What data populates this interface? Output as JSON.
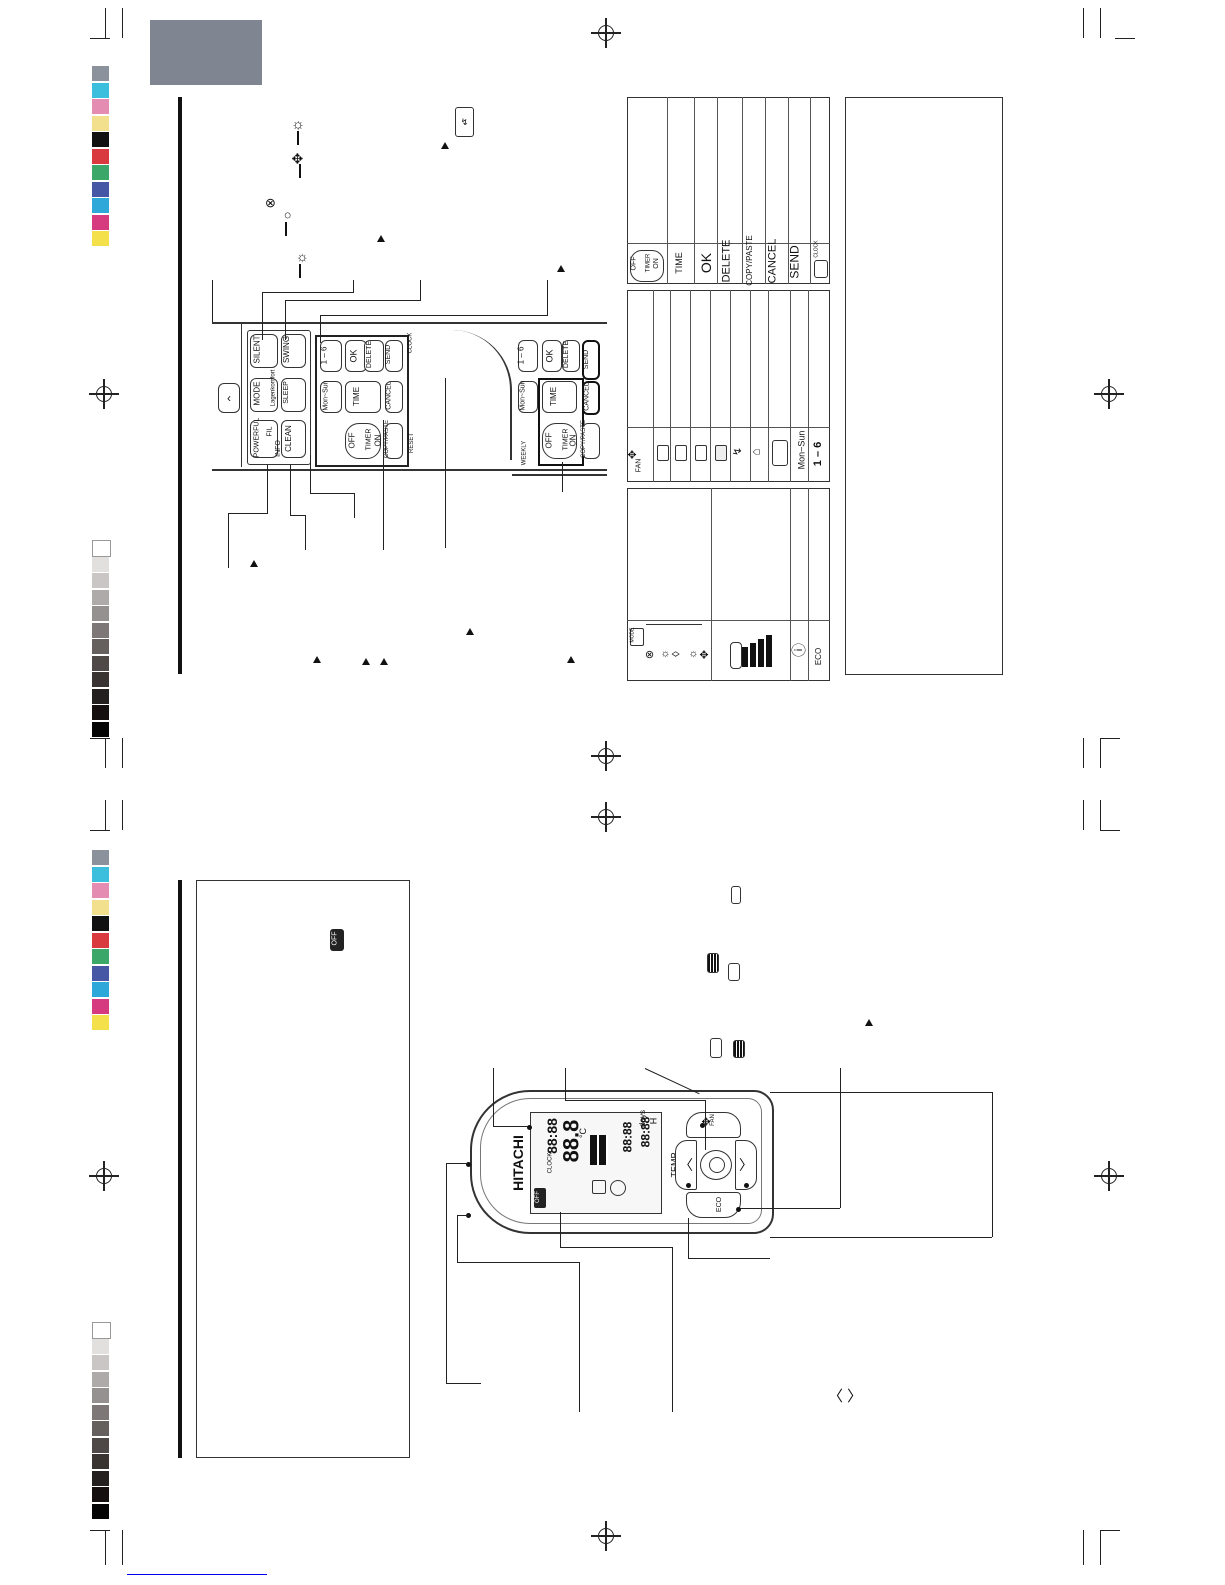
{
  "colors": {
    "gray_block": "#7f8691",
    "upper_bar": [
      "#8b929b",
      "#3bbfdc",
      "#e58cb2",
      "#f3e08e",
      "#111111",
      "#d83a40",
      "#3ba86a",
      "#4657a6",
      "#2da8d8",
      "#d63b7f",
      "#f4e04a"
    ],
    "gray_ramp": [
      "#ffffff",
      "#e2e0df",
      "#c9c6c5",
      "#aeaaa9",
      "#959191",
      "#7d7877",
      "#655f5e",
      "#4e4847",
      "#393332",
      "#252020",
      "#150f10",
      "#050505"
    ]
  },
  "top_remote": {
    "buttons": {
      "silent": "SILENT",
      "mode": "MODE",
      "powerful": "POWERFUL",
      "fil": "FIL",
      "info": "INFO",
      "swing": "SWING",
      "sleep": "SLEEP",
      "clean": "CLEAN",
      "self_clean": "Lagenkomfort",
      "one_six": "1 – 6",
      "ok": "OK",
      "delete": "DELETE",
      "send": "SEND",
      "mon_sun": "Mon~Sun",
      "time": "TIME",
      "cancel": "CANCEL",
      "off": "OFF",
      "timer": "TIMER",
      "on": "ON",
      "copy_paste": "COPY/PASTE",
      "clock": "CLOCK",
      "reset": "RESET",
      "weekly": "WEEKLY"
    }
  },
  "table_left": {
    "mode_label": "MODE",
    "power_label": "ⓘ",
    "eco_label": "ECO"
  },
  "table_mid": {
    "fan_label": "FAN",
    "mon_sun": "Mon~Sun",
    "one_six": "1 – 6"
  },
  "table_right": {
    "off": "OFF",
    "timer": "TIMER",
    "on": "ON",
    "time": "TIME",
    "ok": "OK",
    "delete": "DELETE",
    "copy_paste": "COPY/PASTE",
    "cancel": "CANCEL",
    "send": "SEND",
    "clock": "CLOCK"
  },
  "off_badge": "OFF",
  "bottom_remote": {
    "brand": "HITACHI",
    "temp": "TEMP",
    "fan": "FAN",
    "eco": "ECO",
    "lcd_off": "OFF",
    "lcd_clock": "CLOCK",
    "lcd_time_digits": "88:88",
    "lcd_temp": "88.8",
    "lcd_days": "days",
    "lcd_h": "H",
    "lcd_deg": "°C"
  },
  "chevrons": "〈   〉"
}
